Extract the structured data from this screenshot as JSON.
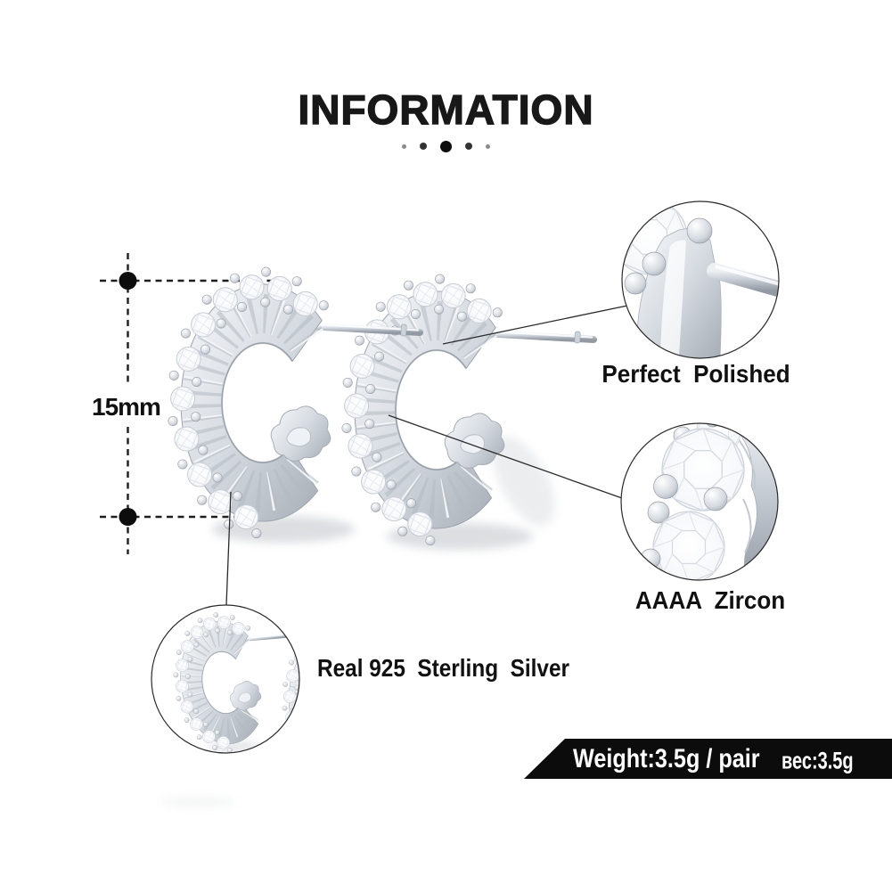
{
  "header": {
    "title": "INFORMATION"
  },
  "divider_dots": {
    "count": 5,
    "colors": [
      "#8a8a8a",
      "#333333",
      "#0d0d0d",
      "#333333",
      "#8a8a8a"
    ]
  },
  "measurement": {
    "label": "15mm"
  },
  "callouts": {
    "polish": {
      "label": "Perfect  Polished"
    },
    "zircon": {
      "label": "AAAA  Zircon"
    },
    "silver": {
      "label": "Real 925  Sterling  Silver"
    }
  },
  "banner": {
    "weight_en": "Weight:3.5g / pair",
    "weight_ru": "вес:3.5g",
    "bg": "#0c0c0c",
    "text_color": "#ffffff"
  },
  "colors": {
    "text": "#111111",
    "line": "#2b2b2b",
    "metal_light": "#f7f9fb",
    "metal_mid": "#d6dbe1",
    "metal_dark": "#a6adb6"
  }
}
